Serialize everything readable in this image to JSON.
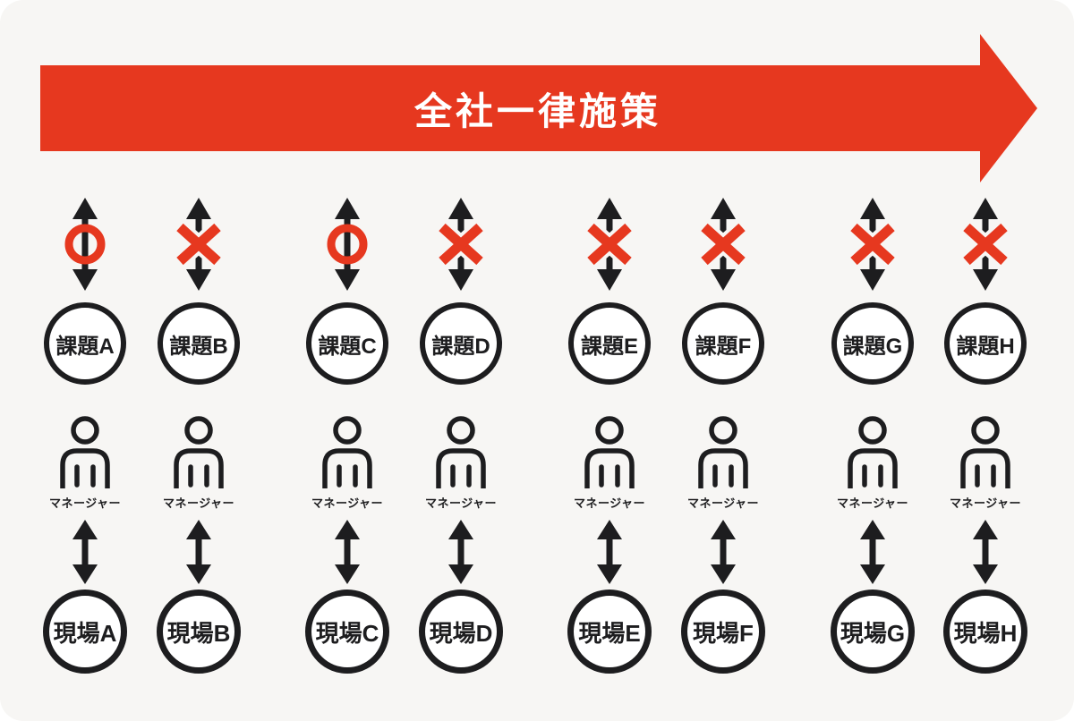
{
  "banner": {
    "label": "全社一律施策",
    "color": "#E6381F",
    "text_color": "#FFFFFF"
  },
  "colors": {
    "red": "#E6381F",
    "ink": "#1D1D1F",
    "panel_bg": "#F7F6F4",
    "circle_fill": "#FFFFFF"
  },
  "legend": {
    "symbol_circle_meaning": "circle",
    "symbol_cross_meaning": "cross"
  },
  "columns": [
    {
      "id": "A",
      "symbol": "circle",
      "issue_label": "課題A",
      "role_label": "マネージャー",
      "site_label": "現場A"
    },
    {
      "id": "B",
      "symbol": "cross",
      "issue_label": "課題B",
      "role_label": "マネージャー",
      "site_label": "現場B"
    },
    {
      "id": "C",
      "symbol": "circle",
      "issue_label": "課題C",
      "role_label": "マネージャー",
      "site_label": "現場C"
    },
    {
      "id": "D",
      "symbol": "cross",
      "issue_label": "課題D",
      "role_label": "マネージャー",
      "site_label": "現場D"
    },
    {
      "id": "E",
      "symbol": "cross",
      "issue_label": "課題E",
      "role_label": "マネージャー",
      "site_label": "現場E"
    },
    {
      "id": "F",
      "symbol": "cross",
      "issue_label": "課題F",
      "role_label": "マネージャー",
      "site_label": "現場F"
    },
    {
      "id": "G",
      "symbol": "cross",
      "issue_label": "課題G",
      "role_label": "マネージャー",
      "site_label": "現場G"
    },
    {
      "id": "H",
      "symbol": "cross",
      "issue_label": "課題H",
      "role_label": "マネージャー",
      "site_label": "現場H"
    }
  ]
}
